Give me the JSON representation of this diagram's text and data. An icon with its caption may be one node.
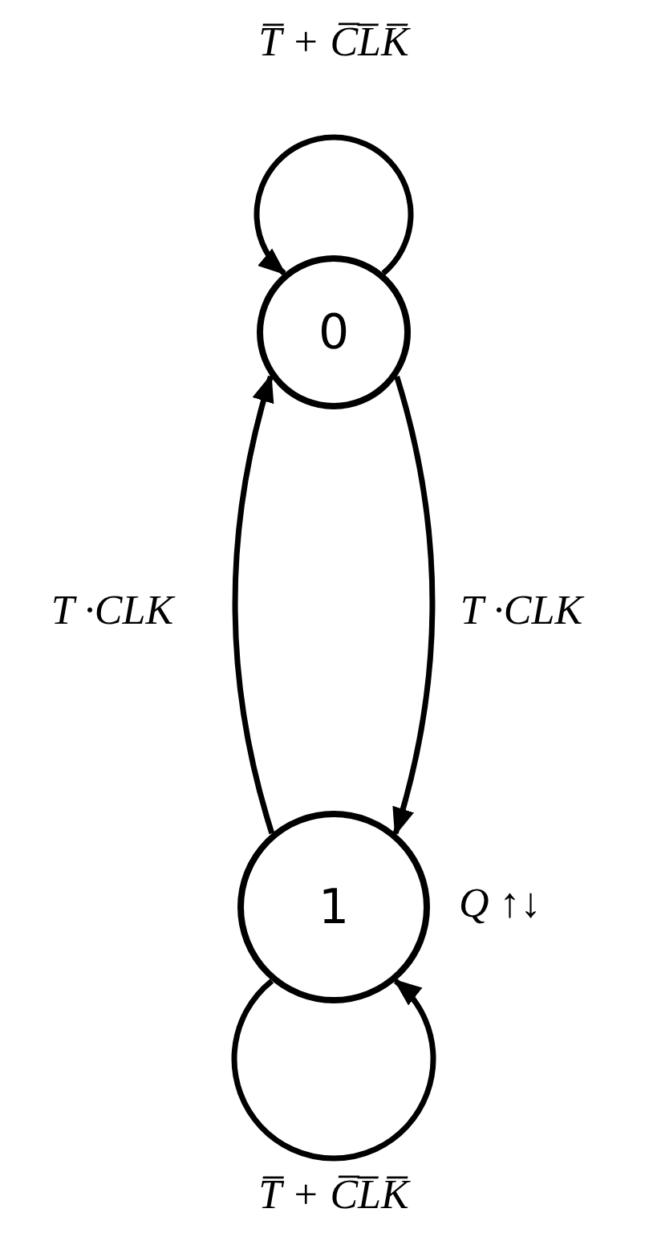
{
  "diagram": {
    "nodes": [
      {
        "text": [
          "0"
        ]
      },
      {
        "text": [
          "1"
        ],
        "beside": [
          "Q ↑↓"
        ]
      }
    ],
    "edges": [
      {
        "from": 0,
        "to": 0,
        "arrow": "to",
        "label": "T̅ + C̅L̅K̅"
      },
      {
        "from": 0,
        "to": 1,
        "arrow": "to",
        "label": "T ·CLK"
      },
      {
        "from": 1,
        "to": 0,
        "arrow": "to",
        "label": "T ·CLK"
      },
      {
        "from": 1,
        "to": 1,
        "arrow": "to",
        "label": "T̅ + C̅L̅K̅"
      }
    ]
  }
}
